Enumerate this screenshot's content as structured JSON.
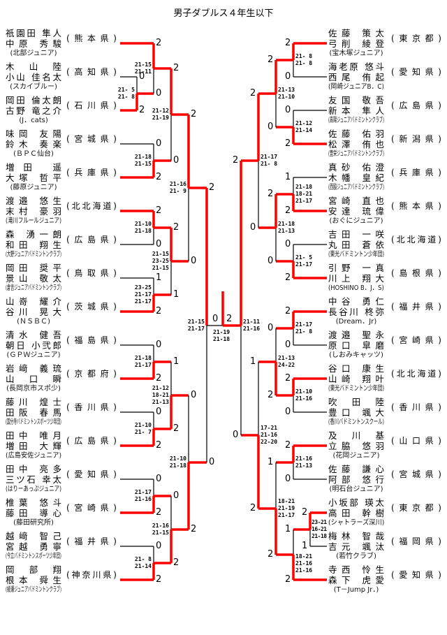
{
  "title": "男子ダブルス４年生以下",
  "colors": {
    "winner_line": "#ff0000",
    "line": "#000000"
  },
  "left_teams": [
    {
      "p1": "祇園田 隼人",
      "p2": "中原 秀駿",
      "club": "(北部ジュニア)",
      "pref": "(熊本県)"
    },
    {
      "p1": "木 山 陸",
      "p2": "小山 佳名太",
      "club": "(スカイブルー)",
      "pref": "(高知県)"
    },
    {
      "p1": "岡田 倫太朗",
      "p2": "古野 竜之介",
      "club": "(J．cats)",
      "pref": "(石川県)"
    },
    {
      "p1": "味岡 友陽",
      "p2": "鈴木 奏楽",
      "club": "(ＢＰＣ仙台)",
      "pref": "(宮城県)"
    },
    {
      "p1": "増田 遥",
      "p2": "大塚 哲平",
      "club": "(藤原ジュニア)",
      "pref": "(兵庫県)"
    },
    {
      "p1": "渡邉 悠生",
      "p2": "末村 豪羽",
      "club": "(滝川フルールジュニア)",
      "pref": "(北北海道)"
    },
    {
      "p1": "森 湧一朗",
      "p2": "和田 翔生",
      "club": "(大野ジュニアバドミントンクラブ)",
      "pref": "(広島県)"
    },
    {
      "p1": "岡田 奨平",
      "p2": "景山 敬太",
      "club": "(倉吉ジュニアバドミントンクラブ)",
      "pref": "(鳥取県)"
    },
    {
      "p1": "山嵜 耀介",
      "p2": "谷川 晃大",
      "club": "(ＮＳＢＣ)",
      "pref": "(茨城県)"
    },
    {
      "p1": "清水 健吾",
      "p2": "朝日 小弐郎",
      "club": "(ＧＰＷジュニア)",
      "pref": "(福島県)"
    },
    {
      "p1": "岩﨑 義琉",
      "p2": "山 口 瞬",
      "club": "(長岡京市スポ少)",
      "pref": "(京都府)"
    },
    {
      "p1": "藤川 煌士",
      "p2": "田阪 春馬",
      "club": "(国分寺バドミントンスポーツ少年団)",
      "pref": "(香川県)"
    },
    {
      "p1": "田中 唯月",
      "p2": "増田 大輝",
      "club": "(広島安佐ジュニア)",
      "pref": "(広島県)"
    },
    {
      "p1": "田中 亮多",
      "p2": "三ツ石 幸太",
      "club": "(はりーあっぷジュニア)",
      "pref": "(愛知県)"
    },
    {
      "p1": "椎葉 悠斗",
      "p2": "藤田 導心",
      "club": "(藤田研究所)",
      "pref": "(宮崎県)"
    },
    {
      "p1": "越﨑 智己",
      "p2": "宮越 勇寧",
      "club": "(今立バドミントンスポーツ少年団)",
      "pref": "(福井県)"
    },
    {
      "p1": "岡 部 翔",
      "p2": "根本 舜生",
      "club": "(綾瀬ジュニアバドミントンクラブ)",
      "pref": "(神奈川県)"
    }
  ],
  "right_teams": [
    {
      "p1": "佐藤 策太",
      "p2": "弓削 綾登",
      "club": "(宝木塚ジュニア)",
      "pref": "(東京都)"
    },
    {
      "p1": "海老原 悠斗",
      "p2": "西尾 侑起",
      "club": "(岡崎ジュニアB．C)",
      "pref": "(愛知県)"
    },
    {
      "p1": "友国 敬吾",
      "p2": "新本 隼人",
      "club": "(高陽ジュニアバドミントンクラブ)",
      "pref": "(広島県)"
    },
    {
      "p1": "佐藤 佑羽",
      "p2": "松澤 侑也",
      "club": "(豊栄ジュニアバドミントンクラブ)",
      "pref": "(新潟県)"
    },
    {
      "p1": "真砂 佑澄",
      "p2": "木幡 皇紀",
      "club": "(西脇ジュニアバドミントンクラブ)",
      "pref": "(兵庫県)"
    },
    {
      "p1": "宮崎 直也",
      "p2": "安達 琉偉",
      "club": "(おぐにジュニア)",
      "pref": "(熊本県)"
    },
    {
      "p1": "吉田 一咲",
      "p2": "丸田 蒼依",
      "club": "(東光バドミントン少年団)",
      "pref": "(北北海道)"
    },
    {
      "p1": "引野 一真",
      "p2": "川上 翔大",
      "club": "(HOSHINO B．J．S)",
      "pref": "(島根県)"
    },
    {
      "p1": "中谷 勇仁",
      "p2": "長谷川 柊弥",
      "club": "(Dream．Jr)",
      "pref": "(福井県)"
    },
    {
      "p1": "渡邉 聖永",
      "p2": "原口 皐磨",
      "club": "(しおみキャッツ)",
      "pref": "(宮崎県)"
    },
    {
      "p1": "谷口 康生",
      "p2": "山崎 翔叶",
      "club": "(東光バドミントン少年団)",
      "pref": "(北北海道)"
    },
    {
      "p1": "吹 田 陸",
      "p2": "豊口 颯大",
      "club": "(香川バドミントンスクール)",
      "pref": "(香川県)"
    },
    {
      "p1": "及 川 基",
      "p2": "立脇 悠羽",
      "club": "(花岡ジュニア)",
      "pref": "(山口県)"
    },
    {
      "p1": "佐藤 謙心",
      "p2": "阿部 悠行",
      "club": "(明石台ジュニア)",
      "pref": "(宮城県)"
    },
    {
      "p1": "小坂部 瑛太",
      "p2": "高田 幹樹",
      "club": "(シャトラーズ深川)",
      "pref": "(東京都)"
    },
    {
      "p1": "梅林 智哉",
      "p2": "吉元 颯汰",
      "club": "(若竹クラブ)",
      "pref": "(福岡県)"
    },
    {
      "p1": "寺西 怜生",
      "p2": "森下 虎愛",
      "club": "(T－Jump Jr．)",
      "pref": "(愛知県)"
    }
  ],
  "matches": {
    "L1": {
      "top": "0",
      "bottom": "2",
      "winner": "bottom",
      "games": [
        "21- 5",
        "21- 8"
      ]
    },
    "L2": {
      "top": "2",
      "bottom": "0",
      "winner": "top",
      "games": [
        "21-15",
        "21-11"
      ]
    },
    "L3": {
      "top": "0",
      "bottom": "2",
      "winner": "bottom",
      "games": [
        "21-18",
        "21-15"
      ]
    },
    "L4": {
      "top": "2",
      "bottom": "0",
      "winner": "top",
      "games": [
        "21-12",
        "21-19"
      ]
    },
    "L5": {
      "top": "2",
      "bottom": "0",
      "winner": "top",
      "games": [
        "21-10",
        "21-18"
      ]
    },
    "L6": {
      "top": "1",
      "bottom": "2",
      "winner": "bottom",
      "games": [
        "23-25",
        "21-17",
        "21-17"
      ]
    },
    "L7": {
      "top": "2",
      "bottom": "1",
      "winner": "top",
      "games": [
        "21-15",
        "23-25",
        "21-15"
      ]
    },
    "L8": {
      "top": "2",
      "bottom": "0",
      "winner": "top",
      "games": [
        "21-16",
        "21- 9"
      ]
    },
    "L9": {
      "top": "0",
      "bottom": "2",
      "winner": "bottom",
      "games": [
        "21-18",
        "21-17"
      ]
    },
    "L10": {
      "top": "0",
      "bottom": "2",
      "winner": "bottom",
      "games": [
        "21-10",
        "21- 7"
      ]
    },
    "L11": {
      "top": "1",
      "bottom": "2",
      "winner": "bottom",
      "games": [
        "21-12",
        "18-21",
        "21-13"
      ]
    },
    "L12": {
      "top": "0",
      "bottom": "2",
      "winner": "bottom",
      "games": [
        "21-17",
        "21-16"
      ]
    },
    "L13": {
      "top": "0",
      "bottom": "2",
      "winner": "bottom",
      "games": [
        "21- 8",
        "21-14"
      ]
    },
    "L14": {
      "top": "0",
      "bottom": "2",
      "winner": "bottom",
      "games": [
        "21-16",
        "21-15"
      ]
    },
    "L15": {
      "top": "0",
      "bottom": "2",
      "winner": "bottom",
      "games": [
        "21-10",
        "21-18"
      ]
    },
    "L16": {
      "top": "2",
      "bottom": "0",
      "winner": "top",
      "games": [
        "21-15",
        "21-17"
      ]
    },
    "R1": {
      "top": "2",
      "bottom": "0",
      "winner": "top",
      "games": [
        "21- 8",
        "21- 8"
      ]
    },
    "R2": {
      "top": "0",
      "bottom": "2",
      "winner": "bottom",
      "games": [
        "21-12",
        "21-14"
      ]
    },
    "R3": {
      "top": "2",
      "bottom": "0",
      "winner": "top",
      "games": [
        "21-13",
        "21-10"
      ]
    },
    "R4": {
      "top": "1",
      "bottom": "2",
      "winner": "bottom",
      "games": [
        "21-18",
        "18-21",
        "21-17"
      ]
    },
    "R5": {
      "top": "0",
      "bottom": "2",
      "winner": "bottom",
      "games": [
        "21- 5",
        "21-17"
      ]
    },
    "R6": {
      "top": "2",
      "bottom": "0",
      "winner": "top",
      "games": [
        "21-18",
        "21-13"
      ]
    },
    "R7": {
      "top": "2",
      "bottom": "0",
      "winner": "top",
      "games": [
        "21-17",
        "21- 8"
      ]
    },
    "R8": {
      "top": "2",
      "bottom": "0",
      "winner": "top",
      "games": [
        "21-17",
        "21- 8"
      ]
    },
    "R9": {
      "top": "2",
      "bottom": "0",
      "winner": "top",
      "games": [
        "21-10",
        "21-16"
      ]
    },
    "R10": {
      "top": "0",
      "bottom": "2",
      "winner": "bottom",
      "games": [
        "21-13",
        "24-22"
      ]
    },
    "R11": {
      "top": "2",
      "bottom": "0",
      "winner": "top",
      "games": [
        "21-16",
        "21-13"
      ]
    },
    "R12": {
      "top": "2",
      "bottom": "1",
      "winner": "top",
      "games": [
        "23-21",
        "16-21",
        "21-18"
      ]
    },
    "R13": {
      "top": "1",
      "bottom": "2",
      "winner": "bottom",
      "games": [
        "18-21",
        "21-16",
        "21-16"
      ]
    },
    "R14": {
      "top": "1",
      "bottom": "2",
      "winner": "bottom",
      "games": [
        "18-21",
        "21-19",
        "21-17"
      ]
    },
    "R15": {
      "top": "1",
      "bottom": "2",
      "winner": "bottom",
      "games": [
        "17-21",
        "21-16",
        "22-20"
      ]
    },
    "R16": {
      "top": "2",
      "bottom": "0",
      "winner": "top",
      "games": [
        "21-11",
        "21-16"
      ]
    },
    "final": {
      "left": "0",
      "right": "2",
      "winner": "right",
      "games": [
        "21-19",
        "21-18"
      ]
    }
  }
}
